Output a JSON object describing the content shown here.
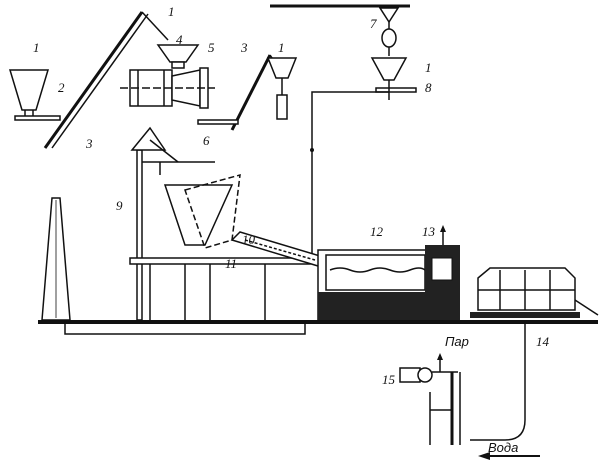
{
  "diagram": {
    "labels": {
      "hopper_1a": "1",
      "feeder_2": "2",
      "conveyor_3a": "3",
      "hopper_1b": "1",
      "feeder_4": "4",
      "mixer_5": "5",
      "conveyor_3b": "3",
      "hopper_1c": "1",
      "feeder_6": "6",
      "hoist_7": "7",
      "hopper_1d": "1",
      "feeder_8": "8",
      "charger_9": "9",
      "bucket_10": "10",
      "chute_11": "11",
      "furnace_12": "12",
      "regenerator_13": "13",
      "cart_14": "14",
      "pump_15": "15"
    },
    "steam_label": "Пар",
    "water_label": "Вода"
  }
}
